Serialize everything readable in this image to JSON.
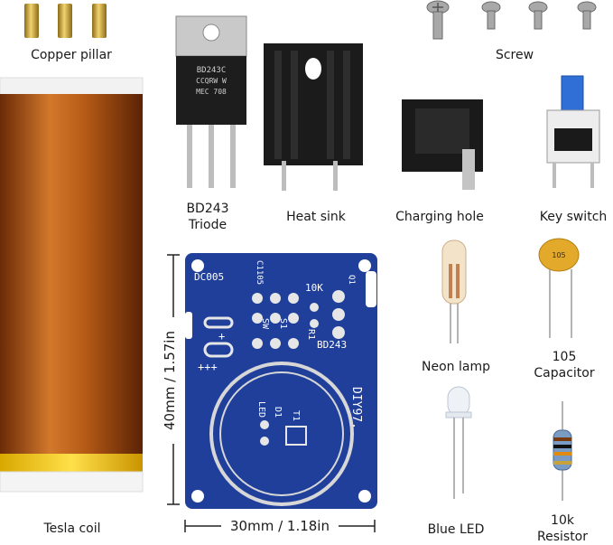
{
  "labels": {
    "copper_pillar": "Copper pillar",
    "screw": "Screw",
    "triode_line1": "BD243",
    "triode_line2": "Triode",
    "heat_sink": "Heat sink",
    "charging_hole": "Charging hole",
    "key_switch": "Key switch",
    "neon_lamp": "Neon lamp",
    "capacitor_line1": "105",
    "capacitor_line2": "Capacitor",
    "blue_led": "Blue LED",
    "resistor_line1": "10k",
    "resistor_line2": "Resistor",
    "tesla_coil": "Tesla coil"
  },
  "dimensions": {
    "height": "40mm / 1.57in",
    "width": "30mm / 1.18in"
  },
  "pcb": {
    "dc": "DC005",
    "c1": "C1105",
    "r1": "10K",
    "q1": "Q1",
    "sw": "SW",
    "s1": "S1",
    "r1b": "R1",
    "bd": "BD243",
    "plus": "+++",
    "diy": "DIY97.",
    "led": "LED",
    "d1": "D1",
    "t1": "T1",
    "small_plus": "+"
  },
  "parts_text": {
    "transistor_marking1": "BD243C",
    "transistor_marking2": "CCQRW W",
    "transistor_marking3": "MEC 708",
    "capacitor_marking": "105"
  },
  "colors": {
    "pcb_blue": "#1f3f9a",
    "copper": "#c8661e",
    "brass": "#c9a23a",
    "switch_blue": "#2f6fd6"
  }
}
